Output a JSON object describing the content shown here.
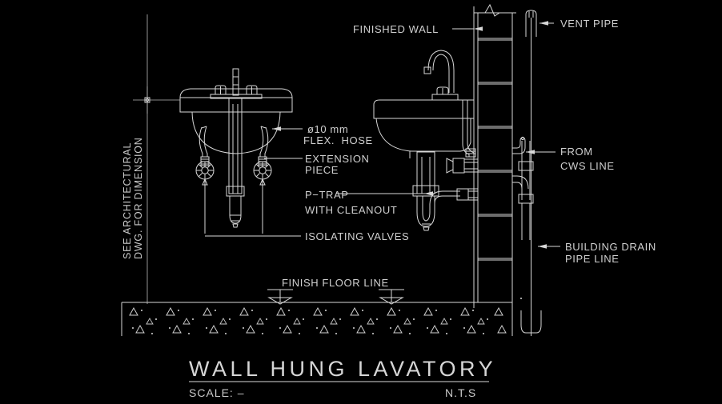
{
  "drawing": {
    "title": "WALL HUNG LAVATORY",
    "scale_label": "SCALE: –",
    "scale_value": "N.T.S",
    "background_color": "#000000",
    "line_color": "#d8d8d8",
    "text_color": "#cfcfcf"
  },
  "annotations": {
    "finished_wall": "FINISHED WALL",
    "vent_pipe": "VENT PIPE",
    "flex_hose_line1": "ø10 mm",
    "flex_hose_line2": "FLEX.  HOSE",
    "extension_line1": "EXTENSION",
    "extension_line2": "PIECE",
    "ptrap_line1": "P−TRAP",
    "ptrap_line2": "WITH CLEANOUT",
    "isolating_valves": "ISOLATING VALVES",
    "from_cws_line1": "FROM",
    "from_cws_line2": "CWS LINE",
    "building_drain_line1": "BUILDING DRAIN",
    "building_drain_line2": "PIPE LINE",
    "finish_floor_line": "FINISH FLOOR LINE",
    "see_arch_line1": "SEE ARCHITECTURAL",
    "see_arch_line2": "DWG. FOR DIMENSION"
  }
}
